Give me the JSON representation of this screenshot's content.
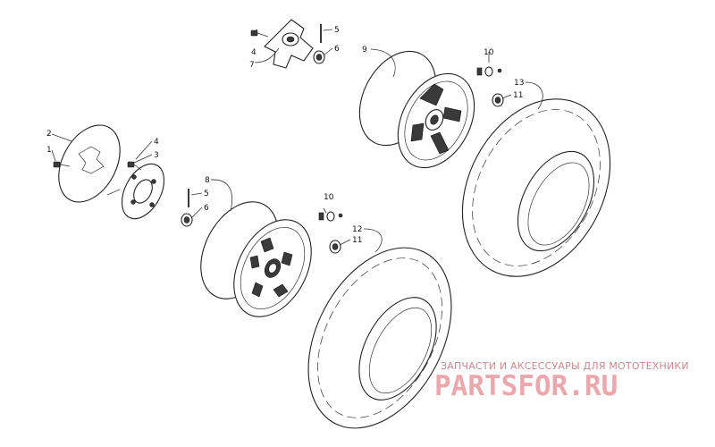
{
  "callouts": [
    {
      "id": "c1",
      "text": "1"
    },
    {
      "id": "c2",
      "text": "2"
    },
    {
      "id": "c3",
      "text": "3"
    },
    {
      "id": "c4a",
      "text": "4"
    },
    {
      "id": "c4b",
      "text": "4"
    },
    {
      "id": "c5a",
      "text": "5"
    },
    {
      "id": "c5b",
      "text": "5"
    },
    {
      "id": "c6a",
      "text": "6"
    },
    {
      "id": "c6b",
      "text": "6"
    },
    {
      "id": "c7",
      "text": "7"
    },
    {
      "id": "c8",
      "text": "8"
    },
    {
      "id": "c9",
      "text": "9"
    },
    {
      "id": "c10a",
      "text": "10"
    },
    {
      "id": "c10b",
      "text": "10"
    },
    {
      "id": "c11a",
      "text": "11"
    },
    {
      "id": "c11b",
      "text": "11"
    },
    {
      "id": "c12",
      "text": "12"
    },
    {
      "id": "c13",
      "text": "13"
    }
  ],
  "watermark": {
    "subtitle": "ЗАПЧАСТИ И АКСЕССУАРЫ ДЛЯ МОТОТЕХНИКИ",
    "brand": "PARTSFOR.RU",
    "color": "#e9a8ae"
  }
}
